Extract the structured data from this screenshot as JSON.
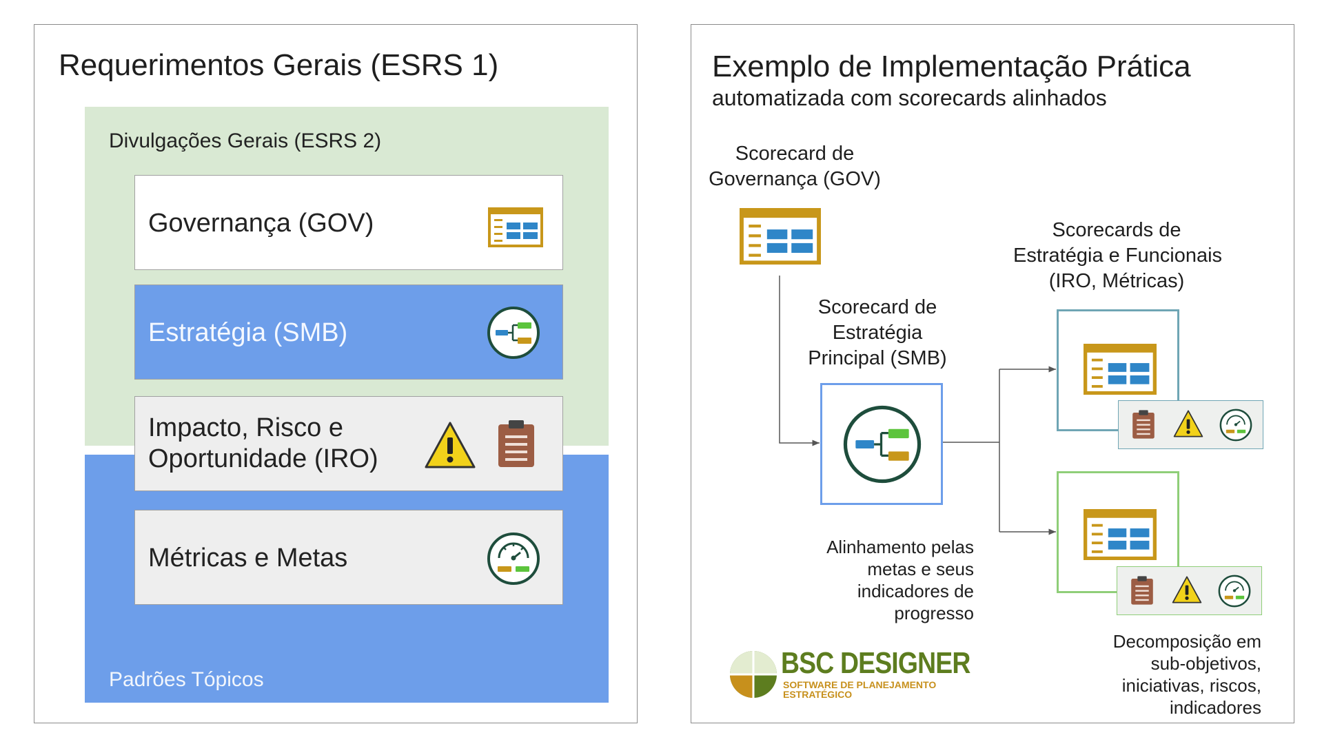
{
  "left_panel": {
    "title": "Requerimentos Gerais (ESRS 1)",
    "green_zone_label": "Divulgações Gerais (ESRS 2)",
    "blue_zone_label": "Padrões Tópicos",
    "cards": [
      {
        "label": "Governança (GOV)",
        "icon": "scorecard-icon"
      },
      {
        "label": "Estratégia (SMB)",
        "icon": "strategy-map-icon"
      },
      {
        "label_line1": "Impacto, Risco e",
        "label_line2": "Oportunidade (IRO)",
        "icons": [
          "warning-icon",
          "clipboard-icon"
        ]
      },
      {
        "label": "Métricas e Metas",
        "icon": "gauge-icon"
      }
    ]
  },
  "right_panel": {
    "title": "Exemplo de Implementação Prática",
    "subtitle": "automatizada com scorecards alinhados",
    "gov_label": [
      "Scorecard de",
      "Governança (GOV)"
    ],
    "smb_label": [
      "Scorecard de",
      "Estratégia",
      "Principal (SMB)"
    ],
    "functional_label": [
      "Scorecards de",
      "Estratégia e Funcionais",
      "(IRO, Métricas)"
    ],
    "alignment_note": [
      "Alinhamento pelas",
      "metas e seus",
      "indicadores de",
      "progresso"
    ],
    "decomposition_note": [
      "Decomposição em",
      "sub-objetivos,",
      "iniciativas, riscos,",
      "indicadores"
    ]
  },
  "logo": {
    "name": "BSC DESIGNER",
    "tagline_line1": "SOFTWARE DE PLANEJAMENTO",
    "tagline_line2": "ESTRATÉGICO"
  },
  "colors": {
    "green_zone": "#d9e9d3",
    "blue": "#6d9eea",
    "card_grey": "#eeeeee",
    "gold": "#c8971a",
    "icon_blue": "#2f86c8",
    "icon_green": "#5cc43c",
    "dark_green": "#1e4d3c",
    "teal_border": "#6fa5b4",
    "light_green_border": "#8fce78"
  }
}
